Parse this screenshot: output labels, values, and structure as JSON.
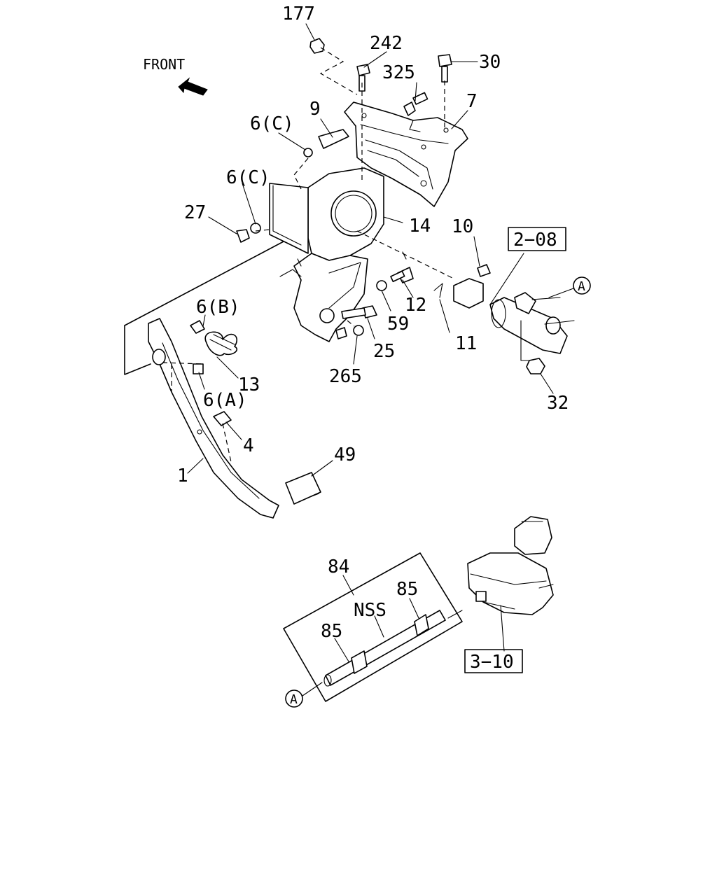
{
  "front_label": "FRONT",
  "ref_boxes": [
    {
      "id": "ref-2-08",
      "text": "2−08"
    },
    {
      "id": "ref-3-10",
      "text": "3−10"
    }
  ],
  "connection_marker": "A",
  "callouts": [
    {
      "id": "177",
      "text": "177"
    },
    {
      "id": "242",
      "text": "242"
    },
    {
      "id": "325",
      "text": "325"
    },
    {
      "id": "30",
      "text": "30"
    },
    {
      "id": "7",
      "text": "7"
    },
    {
      "id": "9",
      "text": "9"
    },
    {
      "id": "6c-top",
      "text": "6(C)"
    },
    {
      "id": "6c-mid",
      "text": "6(C)"
    },
    {
      "id": "27",
      "text": "27"
    },
    {
      "id": "14",
      "text": "14"
    },
    {
      "id": "10",
      "text": "10"
    },
    {
      "id": "12",
      "text": "12"
    },
    {
      "id": "59",
      "text": "59"
    },
    {
      "id": "11",
      "text": "11"
    },
    {
      "id": "25",
      "text": "25"
    },
    {
      "id": "265",
      "text": "265"
    },
    {
      "id": "6b",
      "text": "6(B)"
    },
    {
      "id": "13",
      "text": "13"
    },
    {
      "id": "6a",
      "text": "6(A)"
    },
    {
      "id": "4",
      "text": "4"
    },
    {
      "id": "1",
      "text": "1"
    },
    {
      "id": "49",
      "text": "49"
    },
    {
      "id": "32",
      "text": "32"
    },
    {
      "id": "84",
      "text": "84"
    },
    {
      "id": "nss",
      "text": "NSS"
    },
    {
      "id": "85-right",
      "text": "85"
    },
    {
      "id": "85-left",
      "text": "85"
    }
  ]
}
